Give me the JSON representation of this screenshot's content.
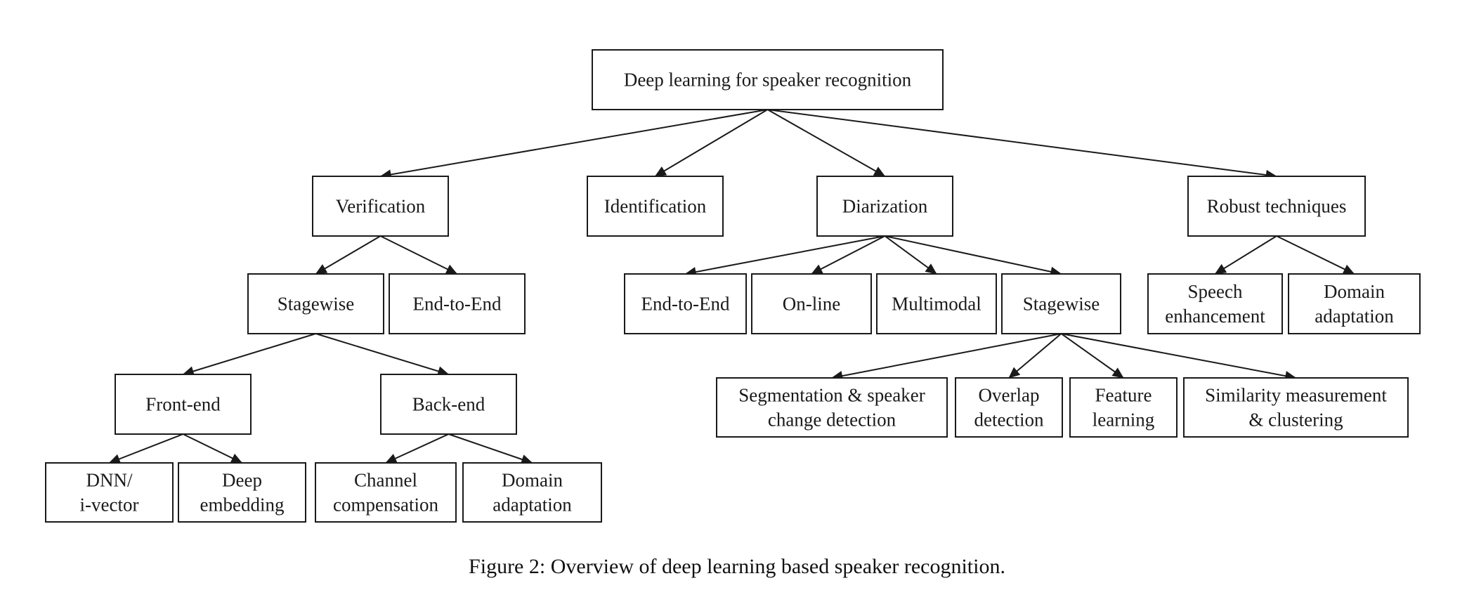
{
  "diagram": {
    "nodes": {
      "root": {
        "lines": [
          "Deep learning for speaker recognition"
        ]
      },
      "verification": {
        "lines": [
          "Verification"
        ]
      },
      "identification": {
        "lines": [
          "Identification"
        ]
      },
      "diarization": {
        "lines": [
          "Diarization"
        ]
      },
      "robust": {
        "lines": [
          "Robust techniques"
        ]
      },
      "ver_stagewise": {
        "lines": [
          "Stagewise"
        ]
      },
      "ver_e2e": {
        "lines": [
          "End-to-End"
        ]
      },
      "front_end": {
        "lines": [
          "Front-end"
        ]
      },
      "back_end": {
        "lines": [
          "Back-end"
        ]
      },
      "dnn_ivector": {
        "lines": [
          "DNN/",
          "i-vector"
        ]
      },
      "deep_embedding": {
        "lines": [
          "Deep",
          "embedding"
        ]
      },
      "channel_comp": {
        "lines": [
          "Channel",
          "compensation"
        ]
      },
      "ver_domain": {
        "lines": [
          "Domain",
          "adaptation"
        ]
      },
      "dia_e2e": {
        "lines": [
          "End-to-End"
        ]
      },
      "online": {
        "lines": [
          "On-line"
        ]
      },
      "multimodal": {
        "lines": [
          "Multimodal"
        ]
      },
      "dia_stagewise": {
        "lines": [
          "Stagewise"
        ]
      },
      "segmentation": {
        "lines": [
          "Segmentation & speaker",
          "change detection"
        ]
      },
      "overlap": {
        "lines": [
          "Overlap",
          "detection"
        ]
      },
      "feature": {
        "lines": [
          "Feature",
          "learning"
        ]
      },
      "similarity": {
        "lines": [
          "Similarity measurement",
          "& clustering"
        ]
      },
      "speech_enh": {
        "lines": [
          "Speech",
          "enhancement"
        ]
      },
      "rob_domain": {
        "lines": [
          "Domain",
          "adaptation"
        ]
      }
    },
    "edges": [
      [
        "root",
        "verification"
      ],
      [
        "root",
        "identification"
      ],
      [
        "root",
        "diarization"
      ],
      [
        "root",
        "robust"
      ],
      [
        "verification",
        "ver_stagewise"
      ],
      [
        "verification",
        "ver_e2e"
      ],
      [
        "ver_stagewise",
        "front_end"
      ],
      [
        "ver_stagewise",
        "back_end"
      ],
      [
        "front_end",
        "dnn_ivector"
      ],
      [
        "front_end",
        "deep_embedding"
      ],
      [
        "back_end",
        "channel_comp"
      ],
      [
        "back_end",
        "ver_domain"
      ],
      [
        "diarization",
        "dia_e2e"
      ],
      [
        "diarization",
        "online"
      ],
      [
        "diarization",
        "multimodal"
      ],
      [
        "diarization",
        "dia_stagewise"
      ],
      [
        "dia_stagewise",
        "segmentation"
      ],
      [
        "dia_stagewise",
        "overlap"
      ],
      [
        "dia_stagewise",
        "feature"
      ],
      [
        "dia_stagewise",
        "similarity"
      ],
      [
        "robust",
        "speech_enh"
      ],
      [
        "robust",
        "rob_domain"
      ]
    ]
  },
  "caption": "Figure 2: Overview of deep learning based speaker recognition."
}
